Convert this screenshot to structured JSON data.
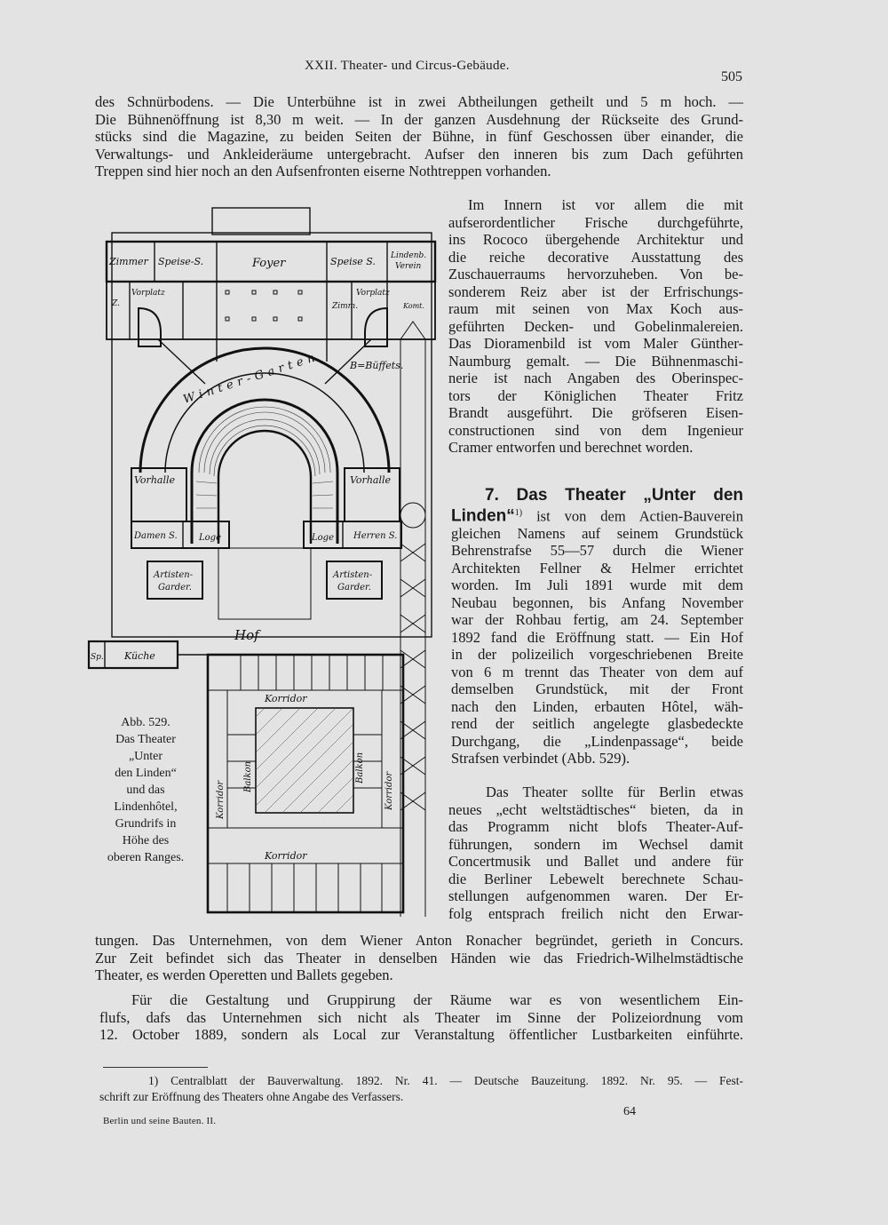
{
  "header": {
    "running_head": "XXII. Theater- und Circus-Gebäude.",
    "page_number": "505"
  },
  "body": {
    "top_lines": [
      "des Schnürbodens. — Die Unterbühne ist in zwei Abtheilungen getheilt und 5 m hoch. —",
      "Die Bühnenöffnung ist 8,30 m weit. — In der ganzen Ausdehnung der Rückseite des Grund-",
      "stücks sind die Magazine, zu beiden Seiten der Bühne, in fünf Geschossen über einander, die",
      "Verwaltungs- und Ankleideräume untergebracht. Aufser den inneren bis zum Dach geführten",
      "Treppen sind hier noch an den Aufsenfronten eiserne Nothtreppen vorhanden."
    ],
    "right_lines_1": [
      "Im Innern ist vor allem die mit",
      "aufserordentlicher Frische durchgeführte,",
      "ins Rococo übergehende Architektur und",
      "die reiche decorative Ausstattung des",
      "Zuschauerraums hervorzuheben. Von be-",
      "sonderem Reiz aber ist der Erfrischungs-",
      "raum mit seinen von Max Koch aus-",
      "geführten Decken- und Gobelinmalereien.",
      "Das Dioramenbild ist vom Maler Günther-",
      "Naumburg gemalt. — Die Bühnenmaschi-",
      "nerie ist nach Angaben des Oberinspec-",
      "tors der Königlichen Theater Fritz",
      "Brandt ausgeführt. Die gröfseren Eisen-",
      "constructionen sind von dem Ingenieur",
      "Cramer entworfen und berechnet worden."
    ],
    "section_heading_part1": "7. Das Theater „Unter den",
    "section_heading_part2": "Linden“",
    "section_footnote_mark": "1)",
    "right_lines_2": [
      " ist von dem Actien-Bauverein",
      "gleichen Namens auf seinem Grundstück",
      "Behrenstrafse 55—57 durch die Wiener",
      "Architekten Fellner & Helmer errichtet",
      "worden. Im Juli 1891 wurde mit dem",
      "Neubau begonnen, bis Anfang November",
      "war der Rohbau fertig, am 24. September",
      "1892 fand die Eröffnung statt. — Ein Hof",
      "in der polizeilich vorgeschriebenen Breite",
      "von 6 m trennt das Theater von dem auf",
      "demselben Grundstück, mit der Front",
      "nach den Linden, erbauten Hôtel, wäh-",
      "rend der seitlich angelegte glasbedeckte",
      "Durchgang, die „Lindenpassage“, beide",
      "Strafsen verbindet (Abb. 529)."
    ],
    "right_lines_3": [
      "Das Theater sollte für Berlin etwas",
      "neues „echt weltstädtisches“ bieten, da in",
      "das Programm nicht blofs Theater-Auf-",
      "führungen, sondern im Wechsel damit",
      "Concertmusik und Ballet und andere für",
      "die Berliner Lebewelt berechnete Schau-",
      "stellungen aufgenommen waren. Der Er-",
      "folg entsprach freilich nicht den Erwar-"
    ],
    "bottom_lines": [
      "tungen. Das Unternehmen, von dem Wiener Anton Ronacher begründet, gerieth in Concurs.",
      "Zur Zeit befindet sich das Theater in denselben Händen wie das Friedrich-Wilhelmstädtische",
      "Theater, es werden Operetten und Ballets gegeben."
    ],
    "bottom_lines_2": [
      "Für die Gestaltung und Gruppirung der Räume war es von wesentlichem Ein-",
      "flufs, dafs das Unternehmen sich nicht als Theater im Sinne der Polizeiordnung vom",
      "12. October 1889, sondern als Local zur Veranstaltung öffentlicher Lustbarkeiten einführte."
    ]
  },
  "figure": {
    "caption_lines": [
      "Abb. 529.",
      "Das Theater",
      "„Unter",
      "den Linden“",
      "und das",
      "Lindenhôtel,",
      "Grundrifs in",
      "Höhe des",
      "oberen Ranges."
    ],
    "labels": {
      "zimmer": "Zimmer",
      "speise_left": "Speise-S.",
      "foyer": "Foyer",
      "speise_right": "Speise S.",
      "lindenb": "Lindenb.",
      "verein": "Verein",
      "vorplatz_left": "Vorplatz",
      "vorplatz_right": "Vorplatz",
      "zimm": "Zimm.",
      "komt": "Komt.",
      "z": "Z.",
      "winter_garten": "Winter-Garten",
      "bueffets": "B=Büffets.",
      "vorhalle_left": "Vorhalle",
      "vorhalle_right": "Vorhalle",
      "damen": "Damen S.",
      "loge_left": "Loge",
      "loge_right": "Loge",
      "herren": "Herren S.",
      "artisten_left_1": "Artisten-",
      "artisten_left_2": "Garder.",
      "artisten_right_1": "Artisten-",
      "artisten_right_2": "Garder.",
      "hof": "Hof",
      "sp": "Sp.",
      "kueche": "Küche",
      "korridor_top": "Korridor",
      "korridor_bottom": "Korridor",
      "korridor_left": "Korridor",
      "korridor_right": "Korridor",
      "balkon_left": "Balkon",
      "balkon_right": "Balkon"
    }
  },
  "footer": {
    "footnote_lines": [
      "1) Centralblatt der Bauverwaltung. 1892. Nr. 41. — Deutsche Bauzeitung. 1892. Nr. 95. — Fest-",
      "schrift zur Eröffnung des Theaters ohne Angabe des Verfassers."
    ],
    "book_title": "Berlin und seine Bauten. II.",
    "signature": "64"
  }
}
